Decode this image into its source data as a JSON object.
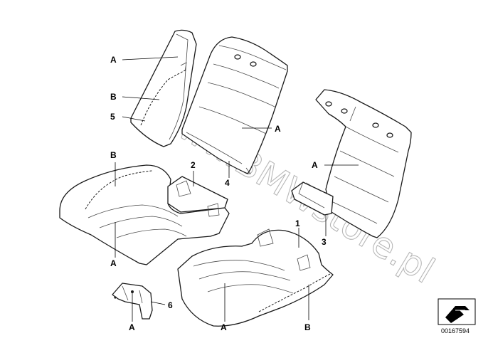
{
  "callouts": {
    "A": "A",
    "B": "B",
    "n1": "1",
    "n2": "2",
    "n3": "3",
    "n4": "4",
    "n5": "5",
    "n6": "6"
  },
  "watermark": "www.BMWstore.pl",
  "reference_number": "00167594",
  "colors": {
    "line": "#1a1a1a",
    "watermark": "#b8b8b8",
    "background": "#ffffff"
  }
}
